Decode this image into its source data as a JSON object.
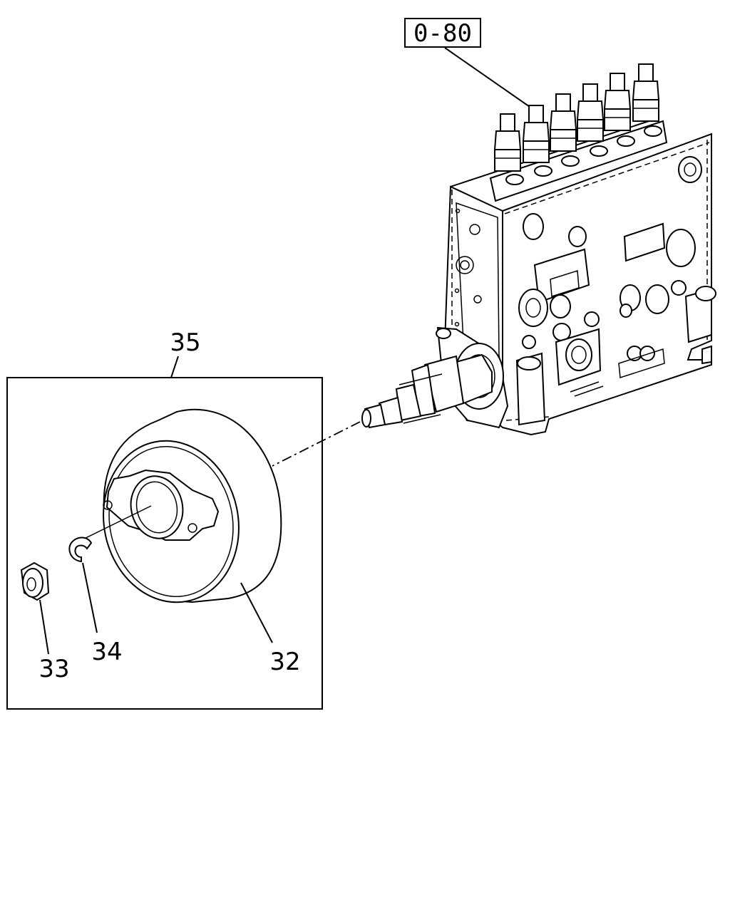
{
  "reference_label": "0-80",
  "assembly_label": "35",
  "part_labels": {
    "drive_hub": "32",
    "nut": "33",
    "snap_ring": "34"
  }
}
